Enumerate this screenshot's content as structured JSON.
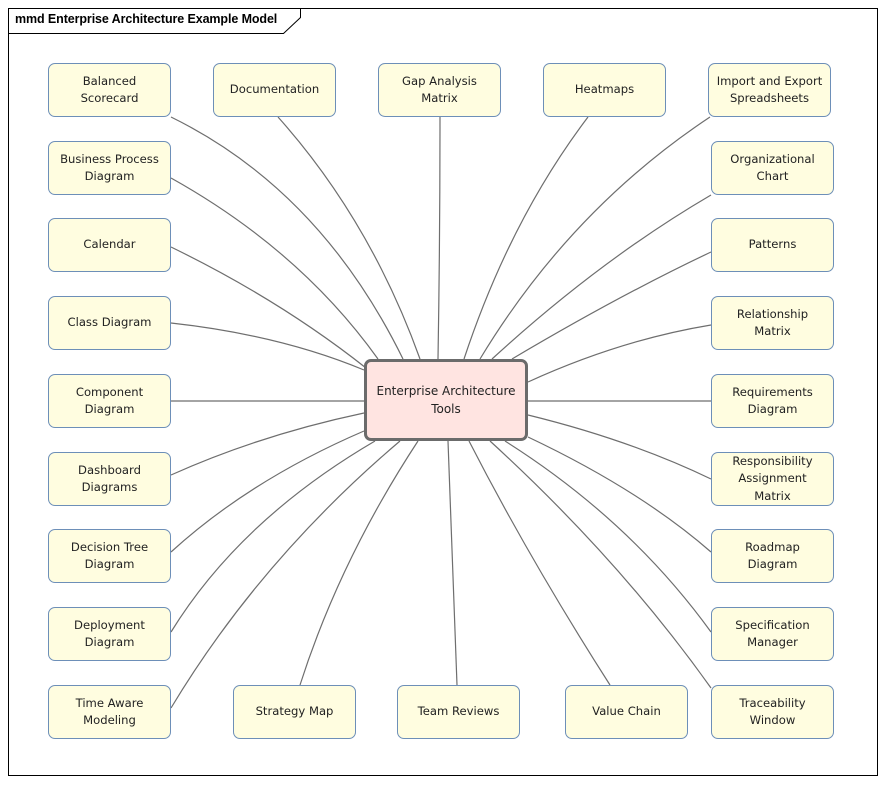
{
  "diagram": {
    "type": "mind map",
    "frame_title": "mmd Enterprise Architecture Example Model",
    "central_topic": {
      "id": "enterprise-architecture-tools",
      "label": "Enterprise Architecture\nTools"
    },
    "colors": {
      "topic_fill": "#fffde0",
      "topic_border": "#6d8fb8",
      "central_fill": "#ffe4e1",
      "central_border": "#6b6b6b",
      "connector": "#6e6e6e",
      "frame": "#000000"
    },
    "topics": [
      {
        "id": "balanced-scorecard",
        "label": "Balanced\nScorecard",
        "group": "top"
      },
      {
        "id": "documentation",
        "label": "Documentation",
        "group": "top"
      },
      {
        "id": "gap-analysis-matrix",
        "label": "Gap Analysis\nMatrix",
        "group": "top"
      },
      {
        "id": "heatmaps",
        "label": "Heatmaps",
        "group": "top"
      },
      {
        "id": "import-export-spreadsheets",
        "label": "Import and Export\nSpreadsheets",
        "group": "top"
      },
      {
        "id": "business-process-diagram",
        "label": "Business Process\nDiagram",
        "group": "left"
      },
      {
        "id": "calendar",
        "label": "Calendar",
        "group": "left"
      },
      {
        "id": "class-diagram",
        "label": "Class Diagram",
        "group": "left"
      },
      {
        "id": "component-diagram",
        "label": "Component\nDiagram",
        "group": "left"
      },
      {
        "id": "dashboard-diagrams",
        "label": "Dashboard\nDiagrams",
        "group": "left"
      },
      {
        "id": "decision-tree-diagram",
        "label": "Decision Tree\nDiagram",
        "group": "left"
      },
      {
        "id": "deployment-diagram",
        "label": "Deployment\nDiagram",
        "group": "left"
      },
      {
        "id": "time-aware-modeling",
        "label": "Time Aware\nModeling",
        "group": "left"
      },
      {
        "id": "organizational-chart",
        "label": "Organizational\nChart",
        "group": "right"
      },
      {
        "id": "patterns",
        "label": "Patterns",
        "group": "right"
      },
      {
        "id": "relationship-matrix",
        "label": "Relationship\nMatrix",
        "group": "right"
      },
      {
        "id": "requirements-diagram",
        "label": "Requirements\nDiagram",
        "group": "right"
      },
      {
        "id": "responsibility-assignment-matrix",
        "label": "Responsibility\nAssignment\nMatrix",
        "group": "right"
      },
      {
        "id": "roadmap-diagram",
        "label": "Roadmap\nDiagram",
        "group": "right"
      },
      {
        "id": "specification-manager",
        "label": "Specification\nManager",
        "group": "right"
      },
      {
        "id": "traceability-window",
        "label": "Traceability\nWindow",
        "group": "right"
      },
      {
        "id": "strategy-map",
        "label": "Strategy Map",
        "group": "bottom"
      },
      {
        "id": "team-reviews",
        "label": "Team Reviews",
        "group": "bottom"
      },
      {
        "id": "value-chain",
        "label": "Value Chain",
        "group": "bottom"
      }
    ]
  }
}
